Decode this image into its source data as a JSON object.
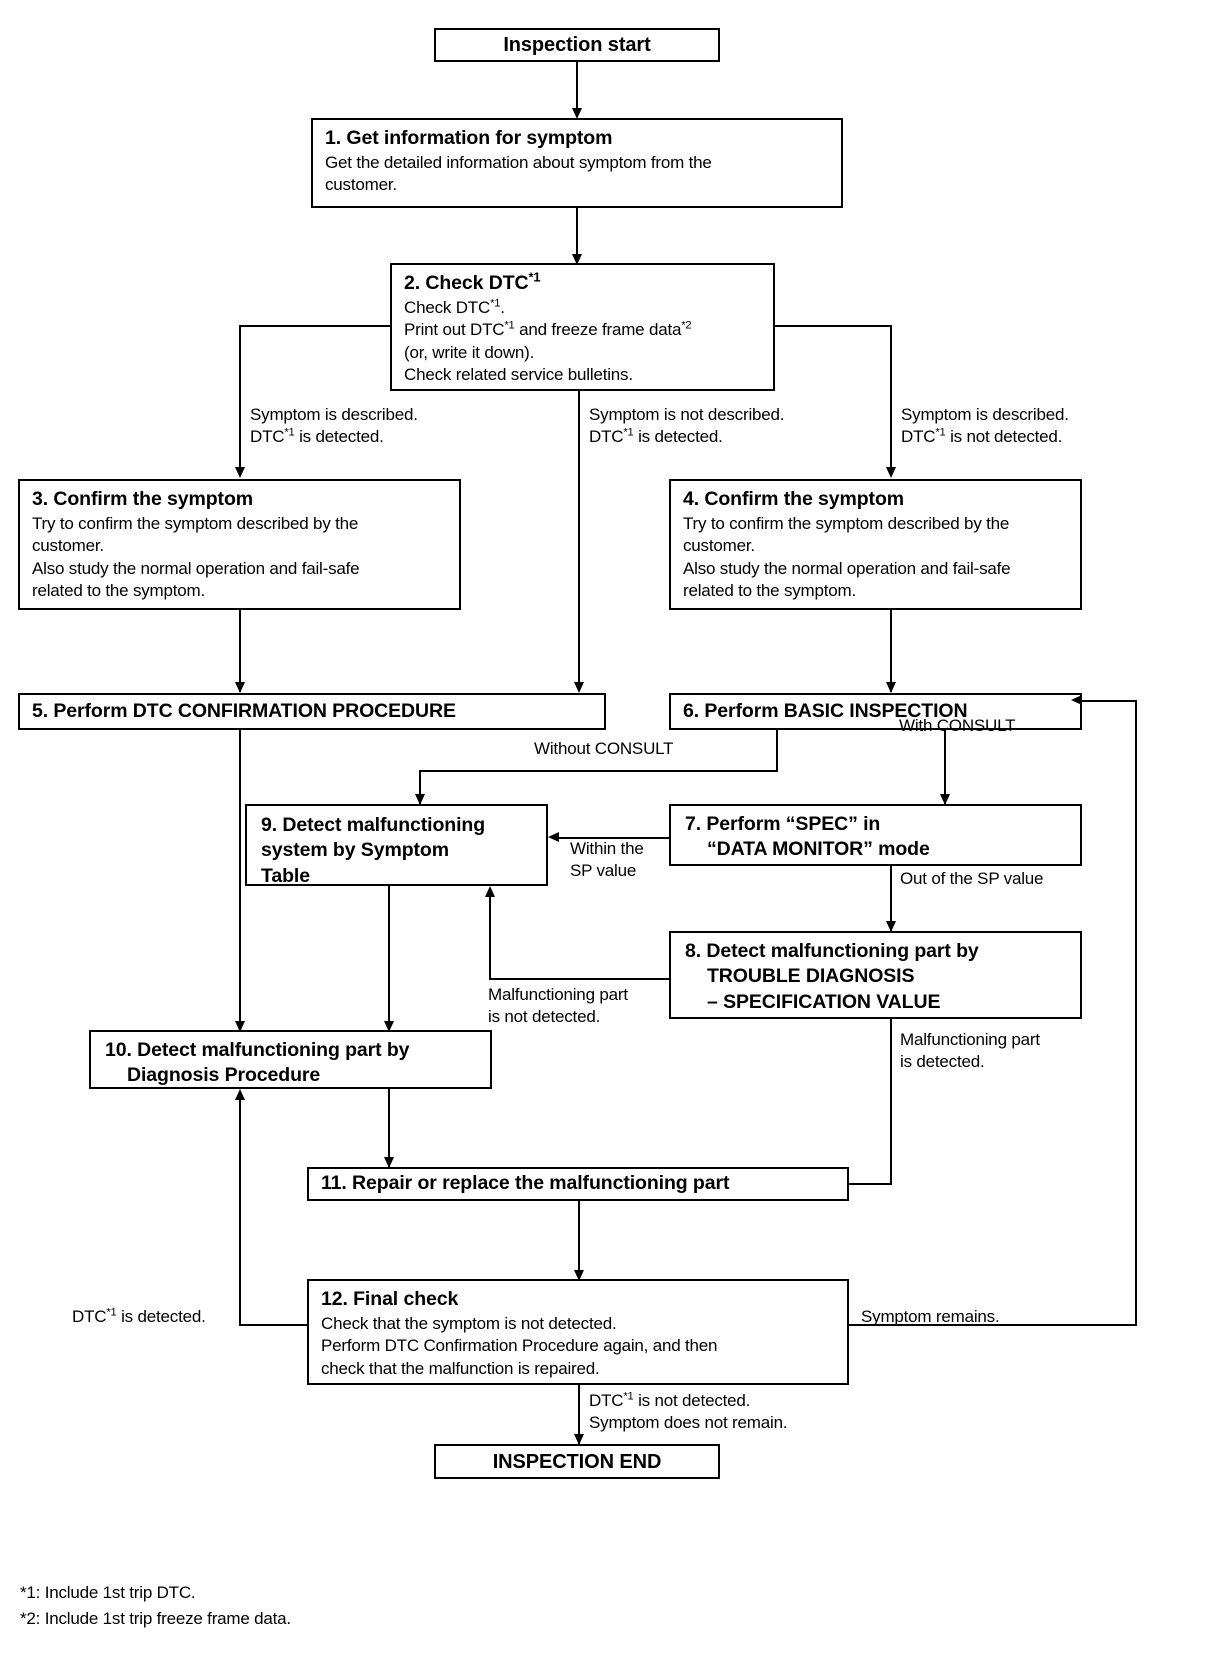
{
  "diagram": {
    "title": "Work Flow — Trouble Diagnosis Inspection Flowchart",
    "nodes": {
      "start": {
        "label": "Inspection start"
      },
      "n1": {
        "title": "1. Get information for symptom",
        "lines": [
          "Get the detailed information about symptom from the",
          "customer."
        ]
      },
      "n2": {
        "title_pre": "2. Check DTC",
        "title_sup": "*1",
        "lines": [
          "Check DTC*1.",
          "Print out DTC*1 and freeze frame data*2",
          "(or, write it down).",
          "Check related service bulletins."
        ],
        "line1_pre": "Check DTC",
        "line1_sup": "*1",
        "line1_post": ".",
        "line2_pre": "Print out DTC",
        "line2_sup": "*1",
        "line2_mid": " and freeze frame data",
        "line2_sup2": "*2",
        "line3": "(or, write it down).",
        "line4": "Check related service bulletins."
      },
      "n3": {
        "title": "3. Confirm the symptom",
        "lines": [
          "Try to confirm the symptom described by the",
          "customer.",
          "Also study the normal operation and fail-safe",
          "related to the symptom."
        ]
      },
      "n4": {
        "title": "4. Confirm the symptom",
        "lines": [
          "Try to confirm the symptom described by the",
          "customer.",
          "Also study the normal operation and fail-safe",
          "related to the symptom."
        ]
      },
      "n5": {
        "title": "5. Perform DTC CONFIRMATION PROCEDURE"
      },
      "n6": {
        "title": "6. Perform BASIC INSPECTION"
      },
      "n7": {
        "title_l1": "7. Perform “SPEC” in",
        "title_l2": "“DATA MONITOR” mode"
      },
      "n8": {
        "title_l1": "8. Detect malfunctioning part by",
        "title_l2": "TROUBLE DIAGNOSIS",
        "title_l3": "– SPECIFICATION VALUE"
      },
      "n9": {
        "title_l1": "9. Detect malfunctioning",
        "title_l2": "system by Symptom",
        "title_l3": "Table"
      },
      "n10": {
        "title_l1": "10. Detect malfunctioning part by",
        "title_l2": "Diagnosis Procedure"
      },
      "n11": {
        "title": "11. Repair or replace the malfunctioning part"
      },
      "n12": {
        "title": "12. Final check",
        "lines": [
          "Check that the symptom is not detected.",
          "Perform DTC Confirmation Procedure again, and then",
          "check that the malfunction is repaired."
        ]
      },
      "end": {
        "label": "INSPECTION END"
      }
    },
    "edge_labels": {
      "left_branch": {
        "l1": "Symptom is described.",
        "l2_pre": "DTC",
        "l2_sup": "*1",
        "l2_post": " is detected."
      },
      "middle_branch": {
        "l1": "Symptom is not described.",
        "l2_pre": "DTC",
        "l2_sup": "*1",
        "l2_post": " is detected."
      },
      "right_branch": {
        "l1": "Symptom is described.",
        "l2_pre": "DTC",
        "l2_sup": "*1",
        "l2_post": " is not detected."
      },
      "with_consult": "With CONSULT",
      "without_consult": "Without CONSULT",
      "within_sp": {
        "l1": "Within the",
        "l2": "SP value"
      },
      "out_of_sp": "Out of the SP value",
      "part_not_detected": {
        "l1": "Malfunctioning part",
        "l2": "is not detected."
      },
      "part_detected": {
        "l1": "Malfunctioning part",
        "l2": "is detected."
      },
      "dtc_detected": {
        "pre": "DTC",
        "sup": "*1",
        "post": " is detected."
      },
      "symptom_remains": "Symptom remains.",
      "final_ok": {
        "l1_pre": "DTC",
        "l1_sup": "*1",
        "l1_post": " is not detected.",
        "l2": "Symptom does not remain."
      }
    },
    "footnotes": {
      "f1": "*1: Include 1st trip DTC.",
      "f2": "*2: Include 1st trip freeze frame data."
    }
  }
}
